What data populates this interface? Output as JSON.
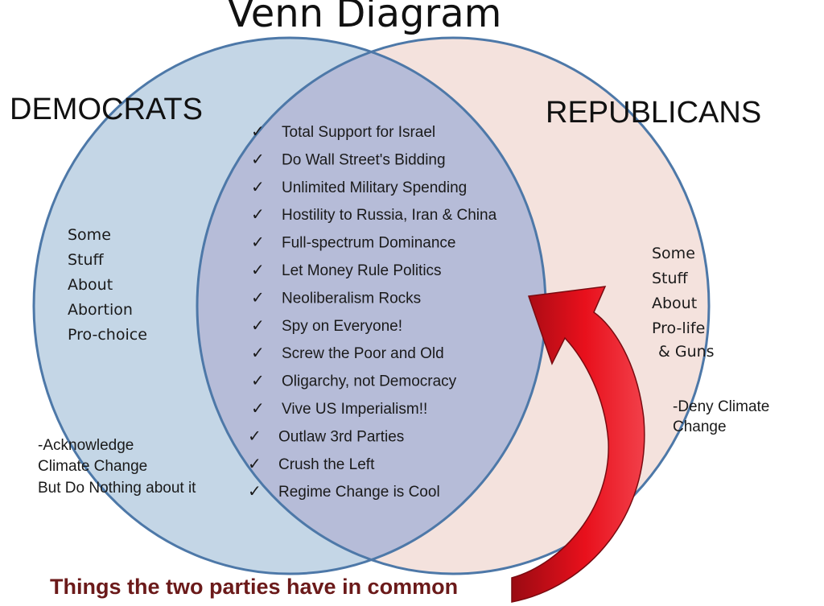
{
  "title": "Venn Diagram",
  "sets": {
    "left": {
      "label": "DEMOCRATS",
      "fill": "#c4d6e6",
      "stroke": "#4d78a8"
    },
    "right": {
      "label": "REPUBLICANS",
      "fill": "#f4e2dd",
      "stroke": "#4d78a8"
    }
  },
  "overlap_fill": "#b6bcd8",
  "left_only": {
    "lines": [
      "Some",
      "Stuff",
      "About",
      "Abortion",
      "Pro-choice"
    ],
    "climate": [
      "-Acknowledge",
      "Climate Change",
      "But Do Nothing about it"
    ]
  },
  "right_only": {
    "lines": [
      "Some",
      "Stuff",
      "About",
      "Pro-life",
      "& Guns"
    ],
    "climate": [
      "-Deny Climate",
      "Change"
    ]
  },
  "common": {
    "check_glyph": "✓",
    "items": [
      "Total Support for Israel",
      "Do Wall Street's Bidding",
      "Unlimited Military Spending",
      "Hostility to Russia, Iran & China",
      "Full-spectrum Dominance",
      "Let Money Rule Politics",
      "Neoliberalism Rocks",
      "Spy on Everyone!",
      "Screw the Poor and Old",
      "Oligarchy, not Democracy",
      "Vive US Imperialism!!",
      "Outlaw 3rd Parties",
      "Crush the Left",
      "Regime Change is Cool"
    ]
  },
  "caption": "Things the two parties have in common",
  "arrow_color": "#e8101c",
  "arrow_icon": "curved-arrow-icon"
}
